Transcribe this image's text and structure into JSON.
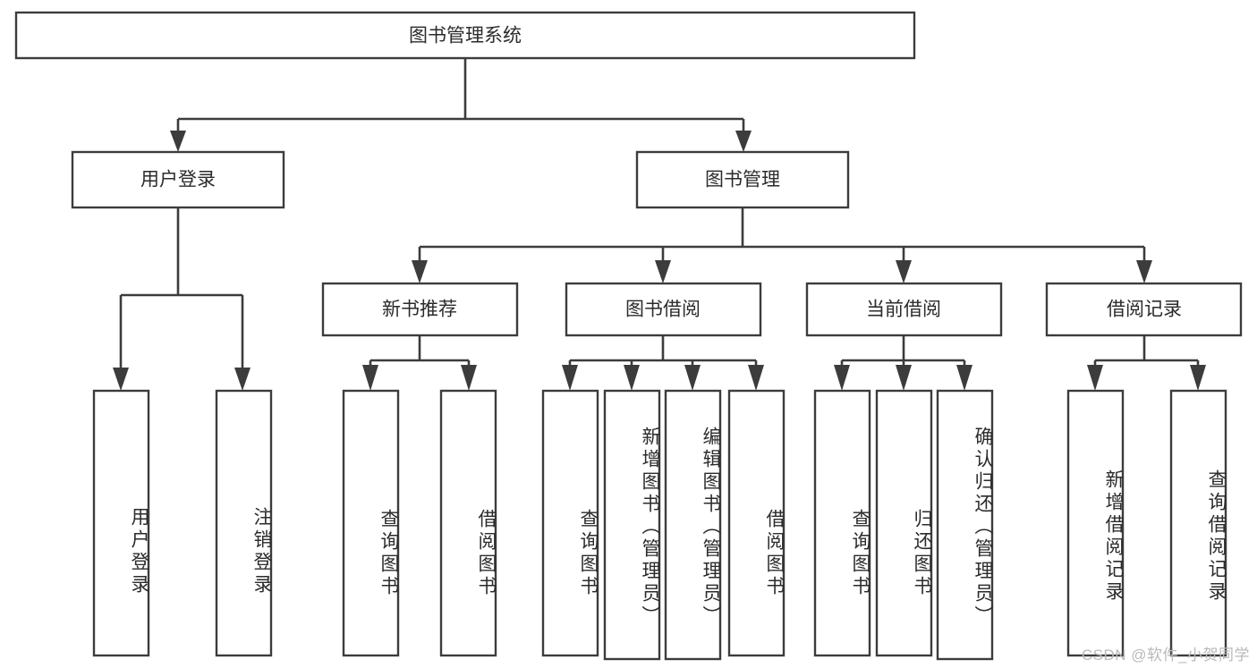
{
  "diagram": {
    "type": "hierarchy-tree",
    "title": "图书管理系统",
    "orientation": "top-down",
    "colors": {
      "box_stroke": "#3c3c3c",
      "box_fill": "#ffffff",
      "text": "#2b2b2b",
      "connector": "#3c3c3c",
      "watermark": "#b9b9b9",
      "background": "#ffffff"
    },
    "levels": {
      "level0": {
        "label": "图书管理系统"
      },
      "level1": [
        {
          "label": "用户登录"
        },
        {
          "label": "图书管理"
        }
      ],
      "level2": [
        {
          "label": "新书推荐"
        },
        {
          "label": "图书借阅"
        },
        {
          "label": "当前借阅"
        },
        {
          "label": "借阅记录"
        }
      ],
      "leaves": {
        "user_login": [
          {
            "label": "用户登录"
          },
          {
            "label": "注销登录"
          }
        ],
        "new_book_recommend": [
          {
            "label": "查询图书"
          },
          {
            "label": "借阅图书"
          }
        ],
        "book_borrow": [
          {
            "label": "查询图书"
          },
          {
            "label": "新增图书（管理员）"
          },
          {
            "label": "编辑图书（管理员）"
          },
          {
            "label": "借阅图书"
          }
        ],
        "current_borrow": [
          {
            "label": "查询图书"
          },
          {
            "label": "归还图书"
          },
          {
            "label": "确认归还（管理员）"
          }
        ],
        "borrow_record": [
          {
            "label": "新增借阅记录"
          },
          {
            "label": "查询借阅记录"
          }
        ]
      }
    },
    "watermark": "CSDN @软件_小贺同学"
  }
}
